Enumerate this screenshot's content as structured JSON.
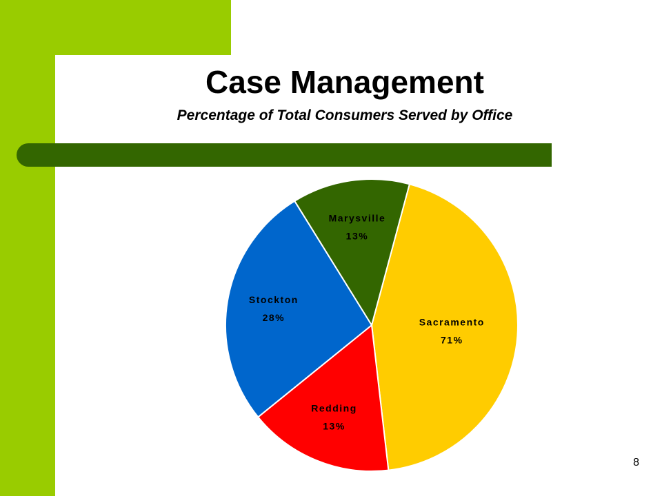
{
  "slide": {
    "title": "Case Management",
    "subtitle": "Percentage of Total Consumers Served by Office",
    "page_number": "8"
  },
  "colors": {
    "background": "#ffffff",
    "accent_green": "#99cc00",
    "dark_green": "#336600"
  },
  "chart_data": {
    "type": "pie",
    "start_angle_deg": 75,
    "slices": [
      {
        "label": "Sacramento",
        "value_label": "71%",
        "value": 44,
        "color": "#ffcc00"
      },
      {
        "label": "Redding",
        "value_label": "13%",
        "value": 16,
        "color": "#ff0000"
      },
      {
        "label": "Stockton",
        "value_label": "28%",
        "value": 27,
        "color": "#0066cc"
      },
      {
        "label": "Marysville",
        "value_label": "13%",
        "value": 13,
        "color": "#336600"
      }
    ]
  }
}
